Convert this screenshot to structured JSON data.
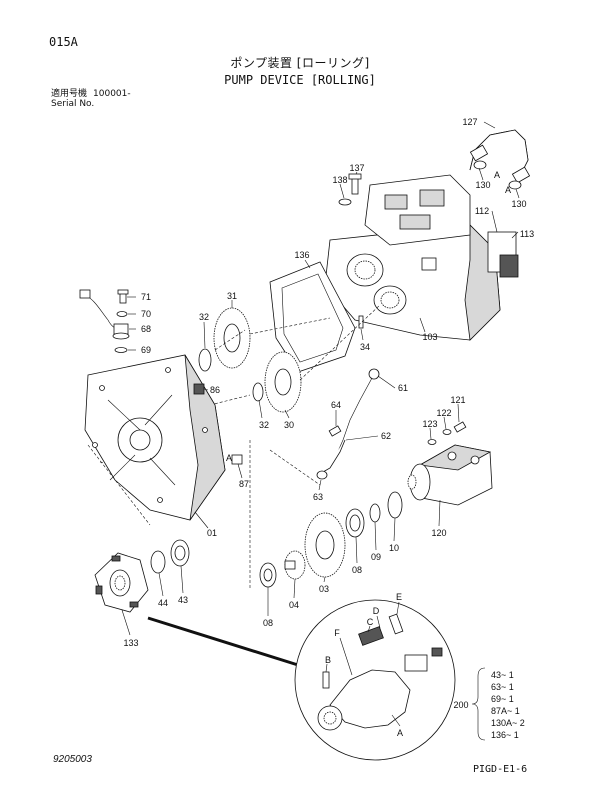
{
  "header": {
    "sheet_id": "015A",
    "title_ja": "ポンプ装置 [ローリング]",
    "title_en": "PUMP DEVICE [ROLLING]",
    "serial_label_ja": "適用号機",
    "serial_value": "100001-",
    "serial_label_en": "Serial No."
  },
  "callouts": {
    "c127": "127",
    "c137": "137",
    "c138": "138",
    "c130a": "130",
    "c130b": "130",
    "c112": "112",
    "c113": "113",
    "c136": "136",
    "c31": "31",
    "c71": "71",
    "c70": "70",
    "c32a": "32",
    "c68": "68",
    "c69": "69",
    "c34": "34",
    "c103": "103",
    "c86": "86",
    "c61": "61",
    "c121": "121",
    "c122": "122",
    "c64": "64",
    "c123": "123",
    "c32b": "32",
    "c30": "30",
    "c62": "62",
    "c87": "87",
    "c63": "63",
    "c01": "01",
    "c120": "120",
    "c08a": "08",
    "c09": "09",
    "c10": "10",
    "c03": "03",
    "c04": "04",
    "c08b": "08",
    "c44": "44",
    "c43": "43",
    "c133": "133"
  },
  "letters": {
    "a_top1": "A",
    "a_top2": "A",
    "a_87": "A",
    "inset_f": "F",
    "inset_c": "C",
    "inset_d": "D",
    "inset_e": "E",
    "inset_b": "B",
    "inset_a": "A"
  },
  "kit": {
    "number": "200",
    "items": [
      "43~ 1",
      "63~ 1",
      "69~ 1",
      "87A~ 1",
      "130A~ 2",
      "136~ 1"
    ]
  },
  "footer": {
    "drawing_no": "9205003",
    "page_code": "PIGD-E1-6"
  }
}
